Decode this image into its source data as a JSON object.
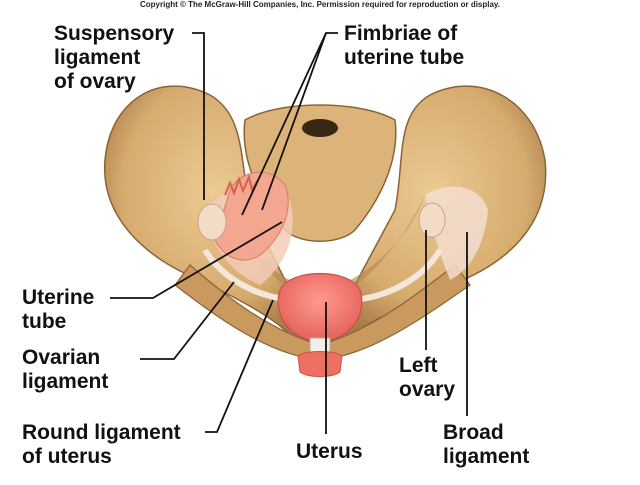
{
  "copyright": "Copyright © The McGraw-Hill Companies, Inc. Permission required for reproduction or display.",
  "labels": {
    "suspensory": [
      "Suspensory",
      "ligament",
      "of ovary"
    ],
    "fimbriae": [
      "Fimbriae of",
      "uterine tube"
    ],
    "uterine_tube": [
      "Uterine",
      "tube"
    ],
    "ovarian_ligament": [
      "Ovarian",
      "ligament"
    ],
    "round_ligament": [
      "Round ligament",
      "of uterus"
    ],
    "uterus": [
      "Uterus"
    ],
    "left_ovary": [
      "Left",
      "ovary"
    ],
    "broad_ligament": [
      "Broad",
      "ligament"
    ]
  },
  "colors": {
    "bone": "#d9b27a",
    "bone_shadow": "#9c7442",
    "uterus": "#f07a6e",
    "tube": "#f5a08f",
    "ligament": "#f2d9c8",
    "line": "#111111"
  }
}
